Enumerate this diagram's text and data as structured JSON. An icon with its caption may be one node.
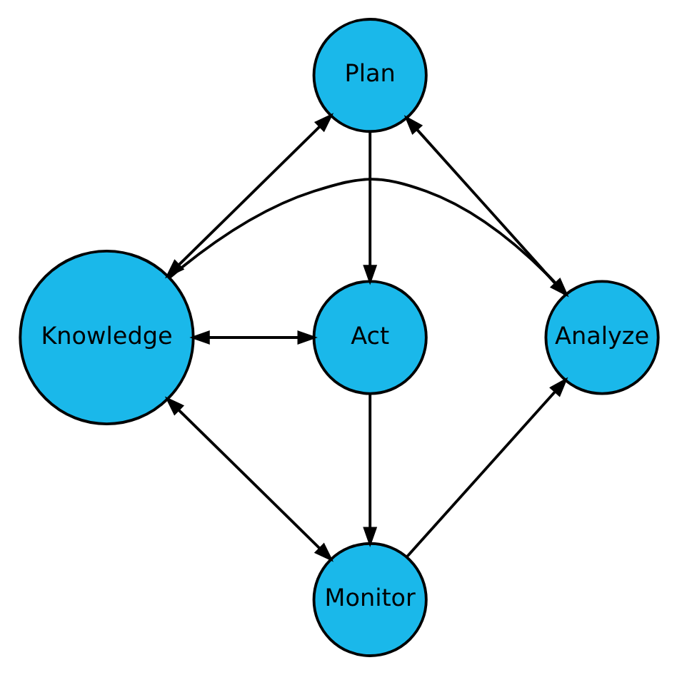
{
  "diagram": {
    "nodes": [
      {
        "text": [
          "Plan"
        ]
      },
      {
        "text": [
          "Analyze"
        ]
      },
      {
        "text": [
          "Knowledge"
        ]
      },
      {
        "text": [
          "Act"
        ]
      },
      {
        "text": [
          "Monitor"
        ]
      }
    ],
    "edges": [
      {
        "from": 0,
        "to": 3,
        "arrow": "to"
      },
      {
        "from": 3,
        "to": 4,
        "arrow": "to"
      },
      {
        "from": 4,
        "to": 1,
        "arrow": "to"
      },
      {
        "from": 1,
        "to": 0,
        "arrow": "to"
      },
      {
        "from": 2,
        "to": 0,
        "arrow": "both"
      },
      {
        "from": 2,
        "to": 1,
        "arrow": "to"
      },
      {
        "from": 2,
        "to": 3,
        "arrow": "both"
      },
      {
        "from": 2,
        "to": 4,
        "arrow": "both"
      }
    ]
  }
}
